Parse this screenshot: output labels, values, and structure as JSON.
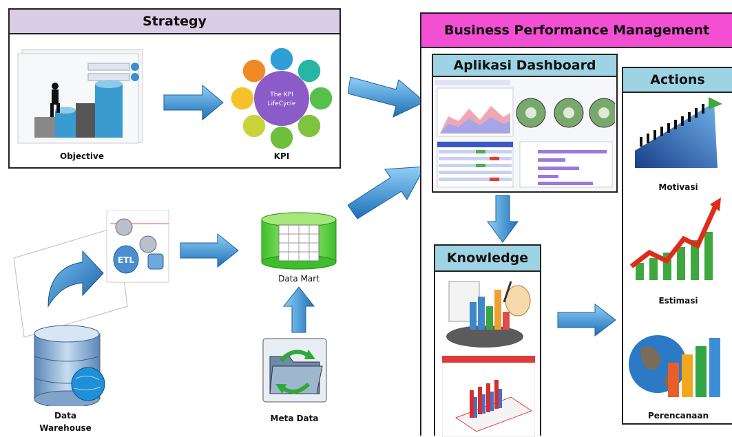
{
  "strategy": {
    "title": "Strategy",
    "objective_label": "Objective",
    "kpi_label": "KPI",
    "kpi_center_text_1": "The KPI",
    "kpi_center_text_2": "LifeCycle"
  },
  "data_flow": {
    "warehouse_label_1": "Data",
    "warehouse_label_2": "Warehouse",
    "etl_label": "ETL",
    "data_mart_label": "Data Mart",
    "meta_data_label": "Meta Data"
  },
  "bpm": {
    "title": "Business Performance Management",
    "dashboard_title": "Aplikasi Dashboard",
    "knowledge_title": "Knowledge",
    "actions_title": "Actions",
    "action_items": [
      "Motivasi",
      "Estimasi",
      "Perencanaan"
    ]
  },
  "colors": {
    "strategy_header": "#d9cde6",
    "bpm_header": "#f24fd3",
    "teal_header": "#9dd3e3",
    "arrow_blue": "#3b8fd6"
  }
}
